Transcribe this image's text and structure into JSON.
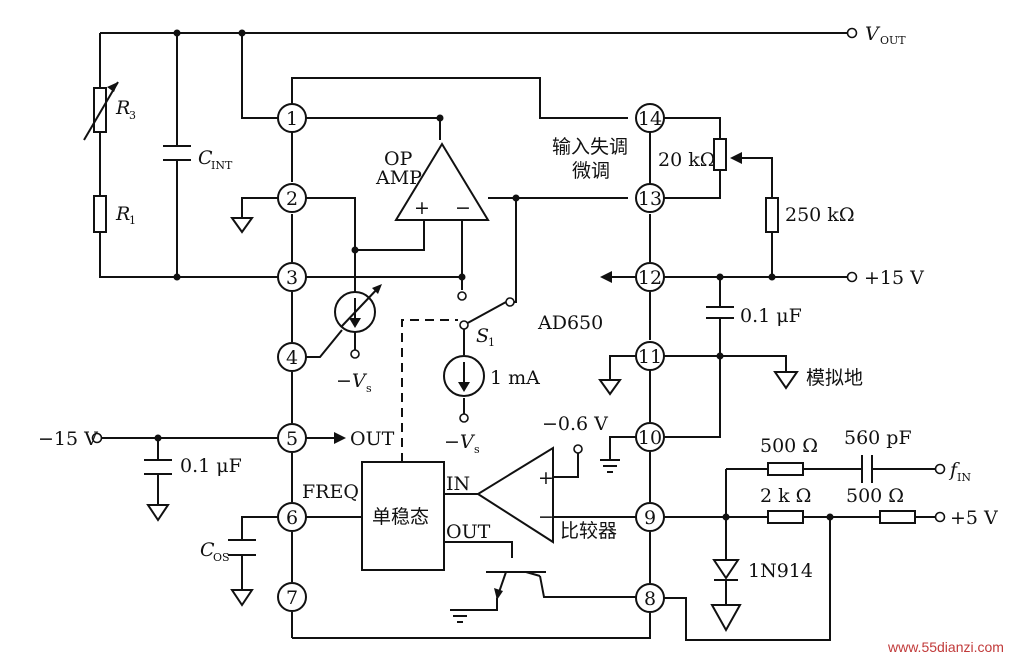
{
  "pins": [
    {
      "id": "p1",
      "num": "1"
    },
    {
      "id": "p2",
      "num": "2"
    },
    {
      "id": "p3",
      "num": "3"
    },
    {
      "id": "p4",
      "num": "4"
    },
    {
      "id": "p5",
      "num": "5"
    },
    {
      "id": "p6",
      "num": "6"
    },
    {
      "id": "p7",
      "num": "7"
    },
    {
      "id": "p8",
      "num": "8"
    },
    {
      "id": "p9",
      "num": "9"
    },
    {
      "id": "p10",
      "num": "10"
    },
    {
      "id": "p11",
      "num": "11"
    },
    {
      "id": "p12",
      "num": "12"
    },
    {
      "id": "p13",
      "num": "13"
    },
    {
      "id": "p14",
      "num": "14"
    }
  ],
  "labels": {
    "vout_main": "V",
    "vout_sub": "OUT",
    "r3_main": "R",
    "r3_sub": "3",
    "r1_main": "R",
    "r1_sub": "1",
    "cint_main": "C",
    "cint_sub": "INT",
    "op": "OP",
    "amp": "AMP",
    "op_plus": "+",
    "op_minus": "−",
    "offset_line1": "输入失调",
    "offset_line2": "微调",
    "pot_20k": "20 kΩ",
    "res_250k": "250 kΩ",
    "plus15v": "+15 V",
    "cap_01uf_right": "0.1 μF",
    "analog_gnd": "模拟地",
    "ad650": "AD650",
    "s1_main": "S",
    "s1_sub": "1",
    "one_ma": "1 mA",
    "neg_vs_a_main": "−V",
    "neg_vs_a_sub": "s",
    "neg_vs_b_main": "−V",
    "neg_vs_b_sub": "s",
    "neg06v": "−0.6 V",
    "minus15v": "−15 V",
    "out": "OUT",
    "cap_01uf_left": "0.1 μF",
    "freq": "FREQ",
    "monostable": "单稳态",
    "in": "IN",
    "out2": "OUT",
    "comparator": "比较器",
    "comp_plus": "+",
    "comp_minus": "−",
    "cos_main": "C",
    "cos_sub": "OS",
    "r500_top": "500 Ω",
    "c560pf": "560 pF",
    "fin_main": "f",
    "fin_sub": "IN",
    "r2k": "2 k Ω",
    "r500_bot": "500 Ω",
    "plus5v": "+5 V",
    "diode": "1N914",
    "watermark": "www.55dianzi.com"
  }
}
